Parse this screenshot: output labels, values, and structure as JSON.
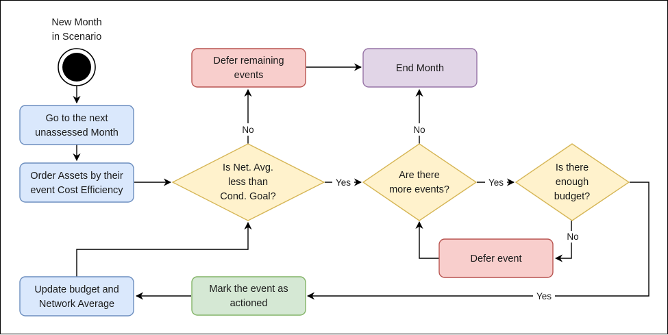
{
  "start": {
    "label_lines": [
      "New Month",
      "in Scenario"
    ]
  },
  "nodes": {
    "next_month": {
      "lines": [
        "Go to the next",
        "unassessed Month"
      ]
    },
    "order_assets": {
      "lines": [
        "Order Assets by their",
        "event Cost Efficiency"
      ]
    },
    "net_avg_decision": {
      "lines": [
        "Is Net. Avg.",
        "less than",
        "Cond. Goal?"
      ]
    },
    "defer_remaining": {
      "lines": [
        "Defer remaining",
        "events"
      ]
    },
    "end_month": {
      "lines": [
        "End Month"
      ]
    },
    "more_events_decision": {
      "lines": [
        "Are there",
        "more events?"
      ]
    },
    "budget_decision": {
      "lines": [
        "Is there",
        "enough",
        "budget?"
      ]
    },
    "defer_event": {
      "lines": [
        "Defer event"
      ]
    },
    "mark_actioned": {
      "lines": [
        "Mark the event as",
        "actioned"
      ]
    },
    "update_budget": {
      "lines": [
        "Update budget and",
        "Network Average"
      ]
    }
  },
  "edge_labels": {
    "netavg_no": "No",
    "netavg_yes": "Yes",
    "more_no": "No",
    "more_yes": "Yes",
    "budget_no": "No",
    "budget_yes": "Yes"
  },
  "colors": {
    "blue_fill": "#dae8fc",
    "blue_stroke": "#6c8ebf",
    "red_fill": "#f8cecc",
    "red_stroke": "#b85450",
    "purple_fill": "#e1d5e7",
    "purple_stroke": "#9673a6",
    "yellow_fill": "#fff2cc",
    "yellow_stroke": "#d6b656",
    "green_fill": "#d5e8d4",
    "green_stroke": "#82b366"
  }
}
